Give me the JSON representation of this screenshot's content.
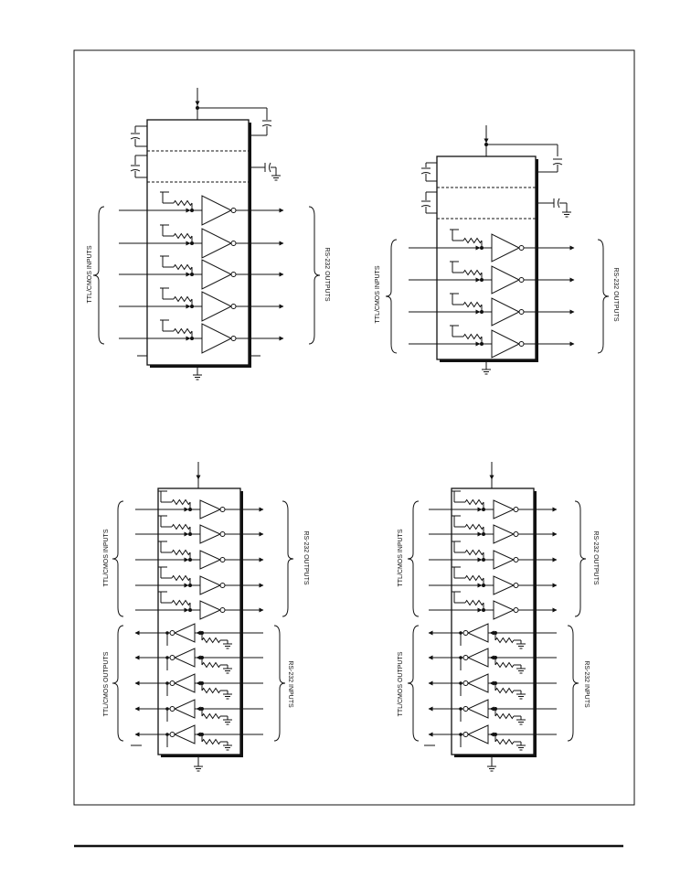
{
  "diagrams": [
    {
      "id": "top-left",
      "left_label": "TTL/CMOS INPUTS",
      "right_label": "RS-232 OUTPUTS"
    },
    {
      "id": "top-right",
      "left_label": "TTL/CMOS INPUTS",
      "right_label": "RS-232 OUTPUTS"
    },
    {
      "id": "bottom-left",
      "left_top_label": "TTL/CMOS INPUTS",
      "right_top_label": "RS-232 OUTPUTS",
      "left_bottom_label": "TTL/CMOS OUTPUTS",
      "right_bottom_label": "RS-232 INPUTS"
    },
    {
      "id": "bottom-right",
      "left_top_label": "TTL/CMOS INPUTS",
      "right_top_label": "RS-232 OUTPUTS",
      "left_bottom_label": "TTL/CMOS OUTPUTS",
      "right_bottom_label": "RS-232 INPUTS"
    }
  ],
  "colors": {
    "line": "#111111",
    "background": "#ffffff"
  }
}
